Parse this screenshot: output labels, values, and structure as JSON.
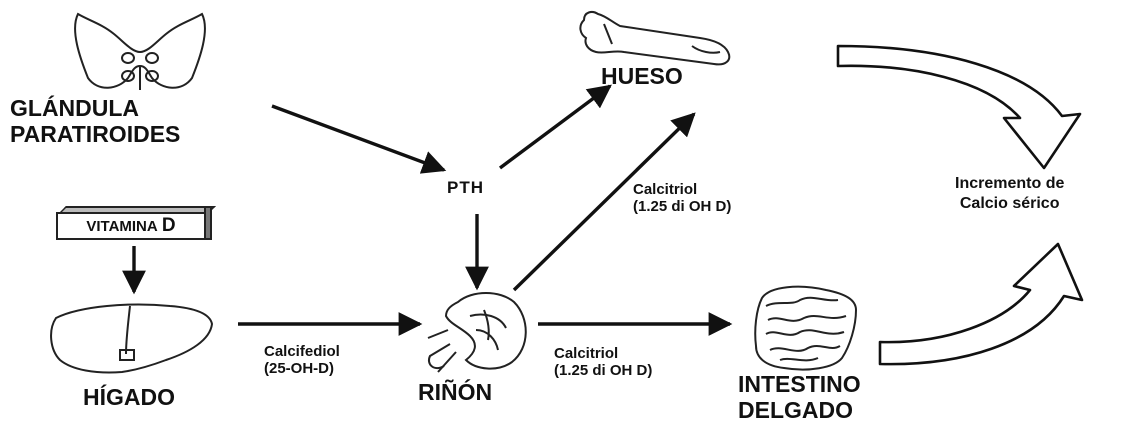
{
  "organs": {
    "paratiroides": [
      "GLÁNDULA",
      "PARATIROIDES"
    ],
    "higado": "HÍGADO",
    "rinon": "RIÑÓN",
    "hueso": "HUESO",
    "intestino": [
      "INTESTINO",
      "DELGADO"
    ]
  },
  "vitamina": {
    "prefix": "VITAMINA",
    "suffix": "D"
  },
  "hormones": {
    "pth": "PTH"
  },
  "arrow_labels": {
    "calcifediol": [
      "Calcifediol",
      "(25-OH-D)"
    ],
    "calcitriol_intestino": [
      "Calcitriol",
      "(1.25 di OH D)"
    ],
    "calcitriol_hueso": [
      "Calcitriol",
      "(1.25 di OH D)"
    ]
  },
  "outcome": [
    "Incremento de",
    "Calcio sérico"
  ],
  "colors": {
    "ink": "#111111",
    "box_shade": "#777777"
  }
}
